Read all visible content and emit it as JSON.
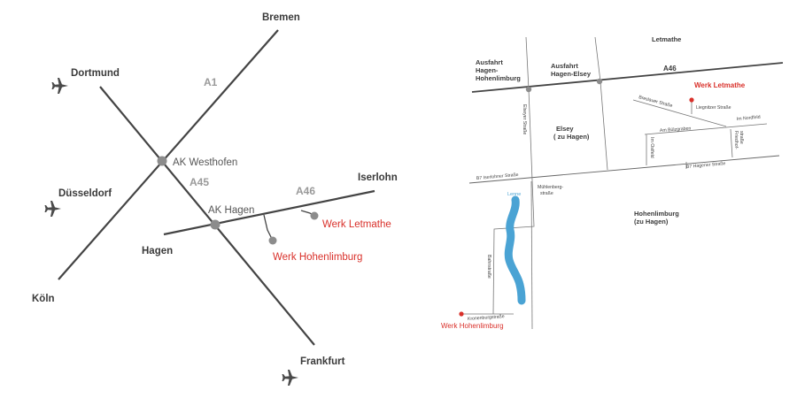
{
  "overview_map": {
    "cities": {
      "bremen": "Bremen",
      "dortmund": "Dortmund",
      "duesseldorf": "Düsseldorf",
      "koeln": "Köln",
      "hagen": "Hagen",
      "iserlohn": "Iserlohn",
      "frankfurt": "Frankfurt"
    },
    "highways": {
      "a1": "A1",
      "a45": "A45",
      "a46": "A46"
    },
    "junctions": {
      "westhofen": "AK Westhofen",
      "hagen": "AK Hagen"
    },
    "plants": {
      "letmathe": "Werk Letmathe",
      "hohenlimburg": "Werk Hohenlimburg"
    },
    "icons": [
      "airport-icon"
    ]
  },
  "detail_map": {
    "areas": {
      "letmathe": "Letmathe",
      "exit_hohenlimburg_1": "Ausfahrt",
      "exit_hohenlimburg_2": "Hagen-",
      "exit_hohenlimburg_3": "Hohenlimburg",
      "exit_elsey_1": "Ausfahrt",
      "exit_elsey_2": "Hagen-Elsey",
      "elsey_1": "Elsey",
      "elsey_2": "( zu Hagen)",
      "hohenlimburg_1": "Hohenlimburg",
      "hohenlimburg_2": "(zu Hagen)"
    },
    "highways": {
      "a46": "A46"
    },
    "streets": {
      "breslauer": "Breslauer Straße",
      "liegnitzer": "Liegnitzer Straße",
      "im_nordfeld": "Im Nordfeld",
      "am_buelzgraben": "Am Bülzgraben",
      "im_ostfeld": "Im Ostfeld",
      "friedhof_1": "Friedhof-",
      "friedhof_2": "straße",
      "elseyer": "Elseyer Straße",
      "b7_iserlohner": "B7 Iserlohner Straße",
      "b7_hagener": "B7 Hagener Straße",
      "muehlenberg_1": "Mühlenberg-",
      "muehlenberg_2": "straße",
      "bahnstrasse": "Bahnstraße",
      "kronenburg": "Kronenburgstraße"
    },
    "river": "Lenne",
    "plants": {
      "letmathe": "Werk Letmathe",
      "hohenlimburg": "Werk Hohenlimburg"
    }
  },
  "colors": {
    "road": "#444444",
    "road_light": "#8a8a8a",
    "node": "#8c8c8c",
    "plant": "#d9302a",
    "river": "#4aa3d4"
  }
}
